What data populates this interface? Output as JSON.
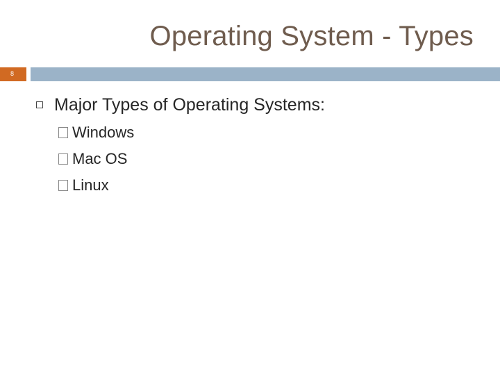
{
  "slide": {
    "title": "Operating System - Types",
    "number": "8"
  },
  "content": {
    "heading": "Major Types of Operating Systems:",
    "items": [
      {
        "label": "Windows"
      },
      {
        "label": "Mac OS"
      },
      {
        "label": "Linux"
      }
    ]
  },
  "colors": {
    "accent": "#d16a22",
    "bar": "#9bb3c8",
    "title_text": "#6f5c4e"
  },
  "icons": {
    "level1_bullet": "square-bullet-icon",
    "level2_bullet": "box-bullet-icon"
  }
}
